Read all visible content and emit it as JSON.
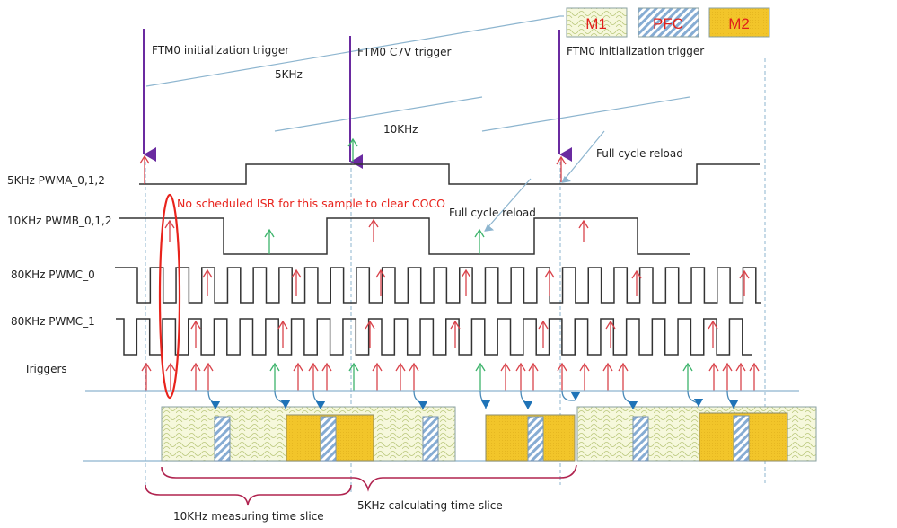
{
  "legend": [
    {
      "key": "m1",
      "label": "M1",
      "pattern": "scales",
      "color": "#f4f7d4"
    },
    {
      "key": "pfc",
      "label": "PFC",
      "pattern": "diagonal-stripes",
      "color": "#8fb4d6"
    },
    {
      "key": "m2",
      "label": "M2",
      "pattern": "solid",
      "color": "#f2c52a"
    }
  ],
  "triggers": {
    "init_1": "FTM0 initialization trigger",
    "c7v": "FTM0 C7V trigger",
    "init_2": "FTM0 initialization trigger"
  },
  "ramps": {
    "label_5k": "5KHz",
    "label_10k": "10KHz"
  },
  "annotations": {
    "full_cycle_reload_1": "Full cycle reload",
    "full_cycle_reload_2": "Full cycle reload",
    "no_isr_note": "No scheduled ISR for this sample to clear COCO"
  },
  "signals": [
    {
      "key": "pwma",
      "label": "5KHz PWMA_0,1,2"
    },
    {
      "key": "pwmb",
      "label": "10KHz PWMB_0,1,2"
    },
    {
      "key": "pwmc0",
      "label": "80KHz PWMC_0"
    },
    {
      "key": "pwmc1",
      "label": "80KHz PWMC_1"
    },
    {
      "key": "triggers",
      "label": "Triggers"
    }
  ],
  "time_slices": {
    "measuring": "10KHz  measuring time slice",
    "calculating": "5KHz calculating time slice"
  },
  "colors": {
    "init_trigger": "#6a2aa0",
    "red_arrow": "#d9434b",
    "green_arrow": "#3db36b",
    "blue_line": "#8db5cf",
    "brace": "#b0234f",
    "highlight": "#e8231c"
  }
}
